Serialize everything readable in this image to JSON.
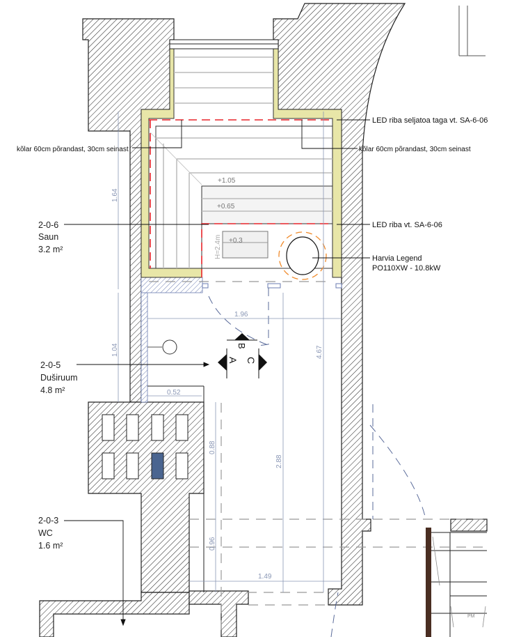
{
  "rooms": [
    {
      "code": "2-0-6",
      "name": "Saun",
      "area": "3.2 m²"
    },
    {
      "code": "2-0-5",
      "name": "Duširuum",
      "area": "4.8 m²"
    },
    {
      "code": "2-0-3",
      "name": "WC",
      "area": "1.6 m²"
    }
  ],
  "annotations": {
    "led_back": "LED riba seljatoa taga vt. SA-6-06",
    "hook_left": "kõlar 60cm põrandast, 30cm seinast",
    "hook_right": "kõlar 60cm põrandast, 30cm seinast",
    "led_bench": "LED riba vt. SA-6-06",
    "heater_line1": "Harvia Legend",
    "heater_line2": "PO110XW - 10.8kW"
  },
  "levels": {
    "upper": "+1.05",
    "middle": "+0.65",
    "lower": "+0.3",
    "height": "H=2.4m"
  },
  "dimensions": {
    "d164": "1.64",
    "d104": "1.04",
    "d196": "1.96",
    "d467": "4.67",
    "d052": "0.52",
    "d088": "0.88",
    "d288": "2.88",
    "d096": "0.96",
    "d149": "1.49"
  },
  "section_marks": {
    "a": "A",
    "b": "B",
    "c": "C"
  },
  "stamp": "PM",
  "colors": {
    "insulation": "#e8e6a8",
    "led": "#e8232a",
    "heater_zone": "#f08a2a",
    "dimension": "#8a97b5",
    "flue": "#4a6590",
    "stair_stringer": "#4a2e22"
  }
}
